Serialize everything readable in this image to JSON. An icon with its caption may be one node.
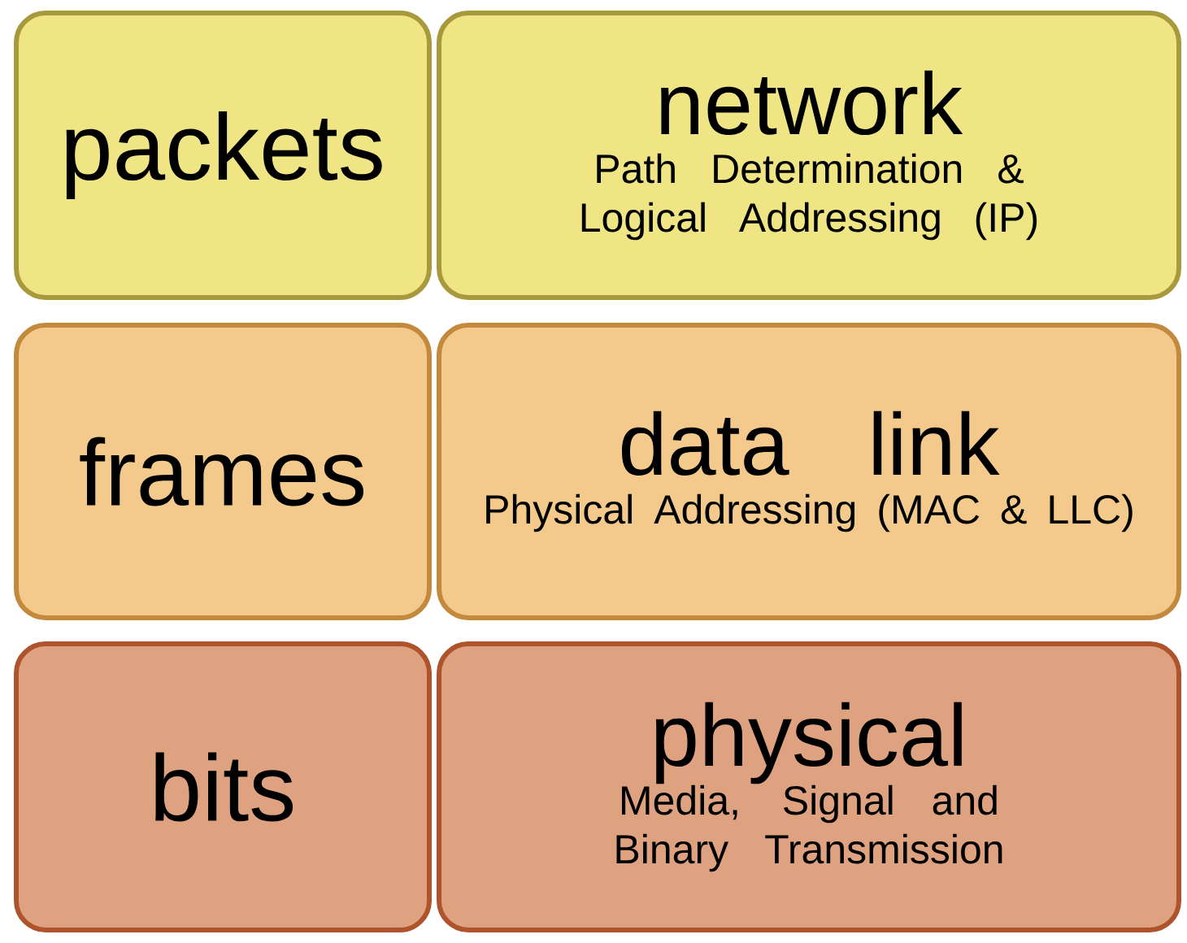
{
  "diagram": {
    "nodes": [
      {
        "text": [
          "packets"
        ]
      },
      {
        "text": [
          "network",
          "Path Determination & Logical Addressing (IP)"
        ]
      },
      {
        "text": [
          "frames"
        ]
      },
      {
        "text": [
          "data link",
          "Physical Addressing (MAC & LLC)"
        ]
      },
      {
        "text": [
          "bits"
        ]
      },
      {
        "text": [
          "physical",
          "Media, Signal and Binary Transmission"
        ]
      }
    ]
  }
}
